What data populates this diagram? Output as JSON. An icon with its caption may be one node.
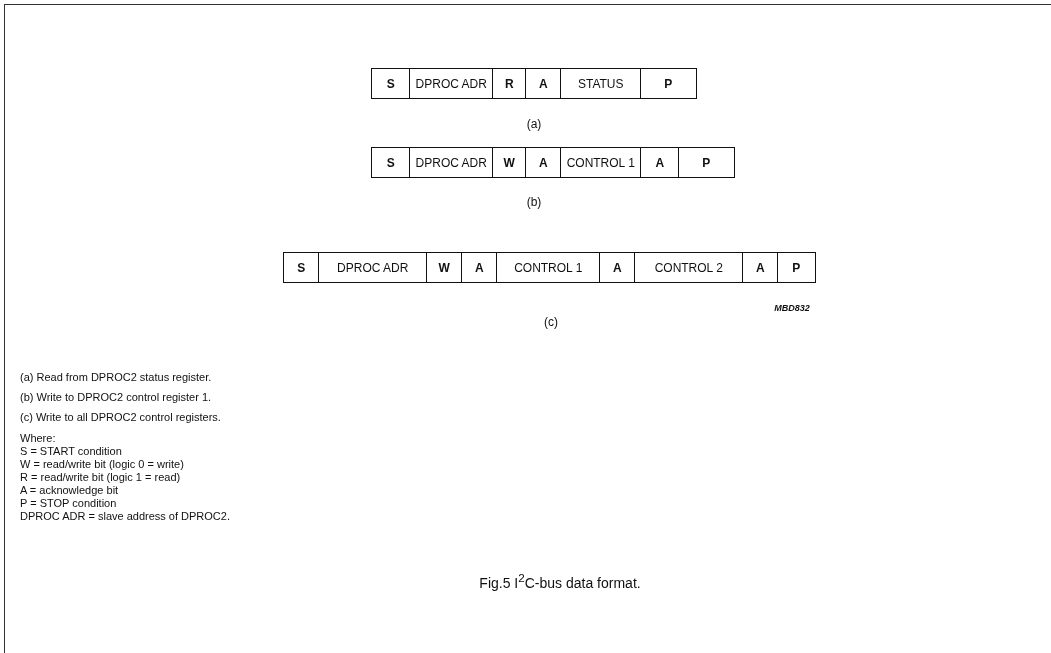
{
  "diagram": {
    "caption": "Fig.5 I$^{2}$C-bus data format.",
    "nodes": [
      {
        "text": [
          "S"
        ]
      },
      {
        "text": [
          "DPROC ADR"
        ]
      },
      {
        "text": [
          "R"
        ]
      },
      {
        "text": [
          "A"
        ]
      },
      {
        "text": [
          "STATUS"
        ]
      },
      {
        "text": [
          "P"
        ]
      },
      {
        "text": [
          "S"
        ]
      },
      {
        "text": [
          "DPROC ADR"
        ]
      },
      {
        "text": [
          "W"
        ]
      },
      {
        "text": [
          "A"
        ]
      },
      {
        "text": [
          "CONTROL 1"
        ]
      },
      {
        "text": [
          "A"
        ]
      },
      {
        "text": [
          "P"
        ]
      },
      {
        "text": [
          "S"
        ]
      },
      {
        "text": [
          "DPROC ADR"
        ]
      },
      {
        "text": [
          "W"
        ]
      },
      {
        "text": [
          "A"
        ]
      },
      {
        "text": [
          "CONTROL 1"
        ]
      },
      {
        "text": [
          "A"
        ]
      },
      {
        "text": [
          "CONTROL 2"
        ]
      },
      {
        "text": [
          "A"
        ]
      },
      {
        "text": [
          "P"
        ]
      }
    ],
    "edges": [],
    "labels": [
      "(a)",
      "(b)",
      "MBD832",
      "(c)",
      "(a) Read from DPROC2 status register.",
      "(b) Write to DPROC2 control register 1.",
      "(c) Write to all DPROC2 control registers.",
      "Where:",
      "S = START condition",
      "W = read/write bit (logic 0 = write)",
      "R = read/write bit (logic 1 = read)",
      "A = acknowledge bit",
      "P = STOP condition",
      "DPROC ADR = slave address of DPROC2."
    ]
  }
}
